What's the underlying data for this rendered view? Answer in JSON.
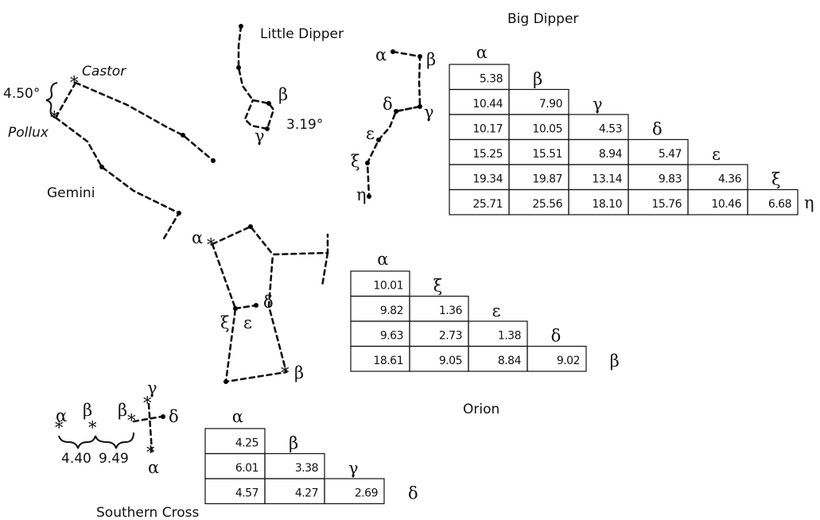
{
  "labels": {
    "little_dipper": "Little Dipper",
    "big_dipper": "Big Dipper",
    "gemini": "Gemini",
    "orion": "Orion",
    "southern_cross": "Southern Cross",
    "castor": "Castor",
    "pollux": "Pollux",
    "gemini_angle": "4.50°",
    "little_dipper_angle": "3.19°",
    "sc_gap_1": "4.40",
    "sc_gap_2": "9.49"
  },
  "greek": {
    "ld_beta": "β",
    "ld_gamma": "γ",
    "bd_alpha": "α",
    "bd_beta": "β",
    "bd_gamma": "γ",
    "bd_delta": "δ",
    "bd_epsilon": "ε",
    "bd_xi": "ξ",
    "bd_eta": "η",
    "or_alpha": "α",
    "or_delta": "δ",
    "or_xi": "ξ",
    "or_epsilon": "ε",
    "or_beta": "β",
    "sc_alpha_1": "α",
    "sc_beta_1": "β",
    "sc_beta_2": "β",
    "sc_gamma": "γ",
    "sc_delta": "δ",
    "sc_alpha_2": "α"
  },
  "tables": {
    "big_dipper": {
      "stars": [
        "α",
        "β",
        "γ",
        "δ",
        "ε",
        "ξ",
        "η"
      ],
      "rows": [
        [
          "5.38"
        ],
        [
          "10.44",
          "7.90"
        ],
        [
          "10.17",
          "10.05",
          "4.53"
        ],
        [
          "15.25",
          "15.51",
          "8.94",
          "5.47"
        ],
        [
          "19.34",
          "19.87",
          "13.14",
          "9.83",
          "4.36"
        ],
        [
          "25.71",
          "25.56",
          "18.10",
          "15.76",
          "10.46",
          "6.68"
        ]
      ]
    },
    "orion": {
      "stars": [
        "α",
        "ξ",
        "ε",
        "δ",
        "β"
      ],
      "rows": [
        [
          "10.01"
        ],
        [
          "9.82",
          "1.36"
        ],
        [
          "9.63",
          "2.73",
          "1.38"
        ],
        [
          "18.61",
          "9.05",
          "8.84",
          "9.02"
        ]
      ]
    },
    "southern_cross": {
      "stars": [
        "α",
        "β",
        "γ",
        "δ"
      ],
      "rows": [
        [
          "4.25"
        ],
        [
          "6.01",
          "3.38"
        ],
        [
          "4.57",
          "4.27",
          "2.69"
        ]
      ]
    }
  }
}
